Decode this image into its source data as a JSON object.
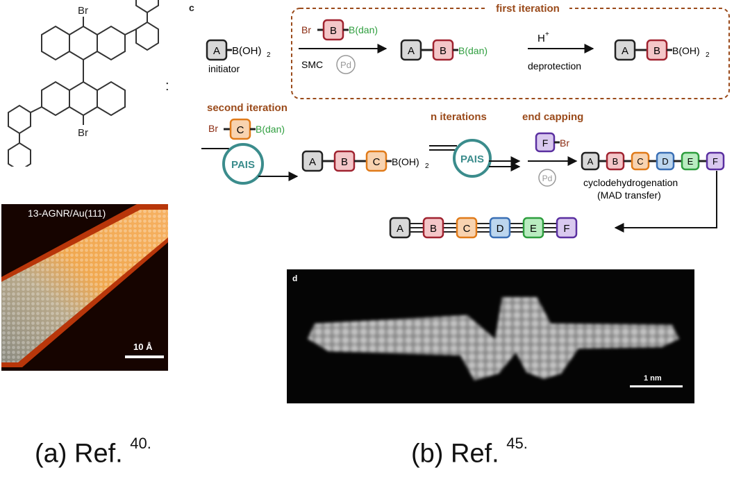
{
  "panel_a": {
    "molecule": {
      "atom_top": "Br",
      "atom_bottom": "Br",
      "separator": ":"
    },
    "stm": {
      "label": "13-AGNR/Au(111)",
      "scale_bar": "10 Å"
    },
    "caption": {
      "text": "(a) Ref.",
      "ref": "40."
    }
  },
  "panel_b": {
    "panel_c_label": "c",
    "first_iteration": {
      "title": "first iteration",
      "initiator_label": "initiator",
      "reagent_br": "Br",
      "reagent_dan": "B(dan)",
      "smc": "SMC",
      "pd": "Pd",
      "h_plus": "H",
      "h_sup": "+",
      "deprotection": "deprotection",
      "boh2": "B(OH)",
      "boh2_sub": "2",
      "product_dan": "B(dan)"
    },
    "second_iteration": {
      "title": "second iteration",
      "reagent_br": "Br",
      "reagent_dan": "B(dan)",
      "pais": "PAIS"
    },
    "n_iterations": {
      "title": "n iterations",
      "pais": "PAIS"
    },
    "end_capping": {
      "title": "end capping",
      "reagent_br": "Br",
      "pd": "Pd"
    },
    "cyclo": {
      "line1": "cyclodehydrogenation",
      "line2": "(MAD transfer)"
    },
    "blocks": {
      "A": "A",
      "B": "B",
      "C": "C",
      "D": "D",
      "E": "E",
      "F": "F"
    },
    "stm": {
      "panel_label": "d",
      "scale_bar": "1 nm"
    },
    "caption": {
      "text": "(b) Ref.",
      "ref": "45."
    }
  },
  "colors": {
    "A": "#d8d8d8",
    "B": "#f4c6c8",
    "C": "#f8d3b0",
    "D": "#bcd6ee",
    "E": "#b9ecc0",
    "F": "#d9c9ef",
    "A_border": "#222222",
    "B_border": "#a02330",
    "C_border": "#e07b1a",
    "D_border": "#3a6fb5",
    "E_border": "#2e9e3e",
    "F_border": "#5a2fa0",
    "iteration_title": "#9a4a1a",
    "pais": "#3b8c8c",
    "dan_green": "#2e9e3e"
  }
}
